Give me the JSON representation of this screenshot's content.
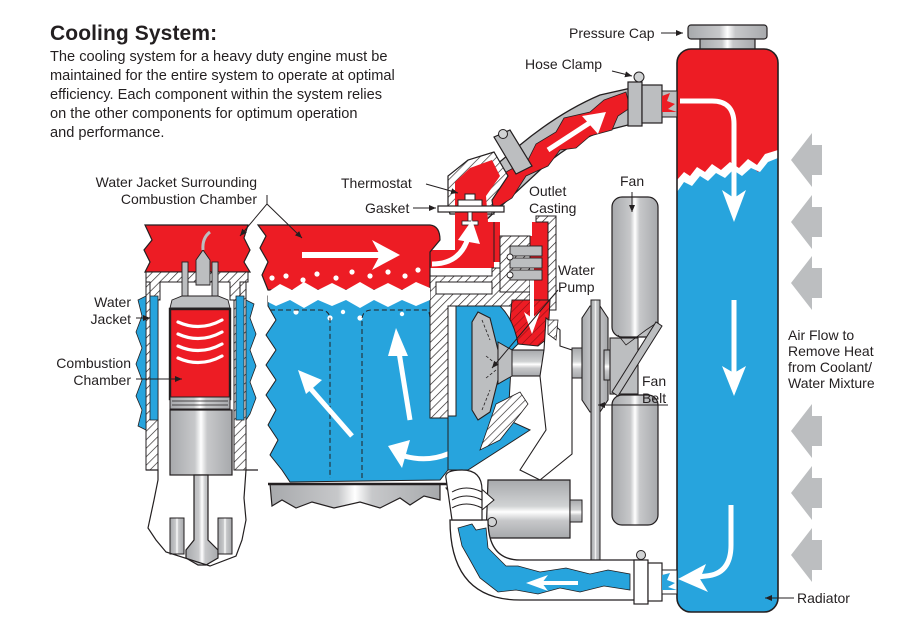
{
  "title": "Cooling System:",
  "description_lines": [
    "The cooling system for a heavy duty engine must be",
    "maintained for the entire system to operate at optimal",
    "efficiency. Each component within the system relies",
    "on the other components for optimum operation",
    "and performance."
  ],
  "labels": {
    "pressure_cap": "Pressure Cap",
    "hose_clamp": "Hose Clamp",
    "water_jacket_surrounding": [
      "Water Jacket Surrounding",
      "Combustion Chamber"
    ],
    "thermostat": "Thermostat",
    "gasket": "Gasket",
    "outlet_casting": [
      "Outlet",
      "Casting"
    ],
    "fan": "Fan",
    "water_pump": [
      "Water",
      "Pump"
    ],
    "water_jacket": [
      "Water",
      "Jacket"
    ],
    "combustion_chamber": [
      "Combustion",
      "Chamber"
    ],
    "fan_belt": [
      "Fan",
      "Belt"
    ],
    "air_flow": [
      "Air Flow to",
      "Remove Heat",
      "from Coolant/",
      "Water Mixture"
    ],
    "radiator": "Radiator"
  },
  "icons": {
    "air_flow_arrows": "left-arrow-icon",
    "coolant_flow_arrows": "flow-arrow-icon",
    "heat_waves": "heat-wave-icon"
  },
  "colors": {
    "hot_coolant": "#ed1c24",
    "cool_coolant": "#27a4dd",
    "metal": "#bcbec0",
    "outline": "#231f20",
    "air_arrow": "#bcbec0",
    "text": "#231f20"
  }
}
